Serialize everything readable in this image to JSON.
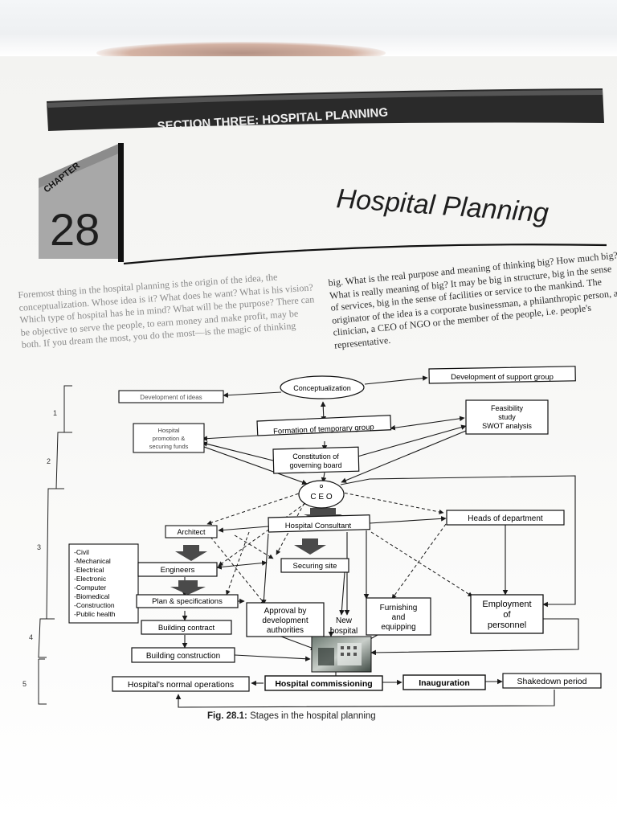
{
  "section_banner": "SECTION THREE: HOSPITAL PLANNING",
  "chapter": {
    "label": "CHAPTER",
    "number": "28",
    "title": "Hospital Planning"
  },
  "intro_left": "Foremost thing in the hospital planning is the origin of the idea, the conceptualization. Whose idea is it? What does he want? What is his vision? Which type of hospital has he in mind? What will be the purpose? There can be objective to serve the people, to earn money and make profit, may be both. If you dream the most, you do the most—is the magic of thinking",
  "intro_right": "big. What is the real purpose and meaning of thinking big? How much big? What is really meaning of big? It may be big in structure, big in the sense of services, big in the sense of facilities or service to the mankind. The originator of the idea is a corporate businessman, a philanthropic person, a clinician, a CEO of NGO or the member of the people, i.e. people's representative.",
  "stages": [
    "1",
    "2",
    "3",
    "4",
    "5"
  ],
  "nodes": {
    "conceptualization": "Conceptualization",
    "development_support_group": "Development of support group",
    "development_of_ideas": "Development of ideas",
    "formation_temporary_group": "Formation of temporary group",
    "feasibility": [
      "Feasibility",
      "study",
      "SWOT analysis"
    ],
    "hospital_promotion": [
      "Hospital",
      "promotion &",
      "securing funds"
    ],
    "constitution": [
      "Constitution of",
      "governing board"
    ],
    "ceo": "C E O",
    "architect": "Architect",
    "hospital_consultant": "Hospital Consultant",
    "heads_of_department": "Heads of department",
    "engineers": "Engineers",
    "engineer_types": [
      "-Civil",
      "-Mechanical",
      "-Electrical",
      "-Electronic",
      "-Computer",
      "-Biomedical",
      "-Construction",
      "-Public health"
    ],
    "securing_site": "Securing site",
    "plan_specifications": "Plan & specifications",
    "approval": [
      "Approval by",
      "development",
      "authorities"
    ],
    "new_hospital": [
      "New",
      "hospital"
    ],
    "furnishing": [
      "Furnishing",
      "and",
      "equipping"
    ],
    "employment": [
      "Employment",
      "of",
      "personnel"
    ],
    "building_contract": "Building contract",
    "building_construction": "Building construction",
    "normal_operations": "Hospital's normal operations",
    "commissioning": "Hospital commissioning",
    "inauguration": "Inauguration",
    "shakedown": "Shakedown period"
  },
  "caption": {
    "label": "Fig. 28.1:",
    "text": "Stages in the hospital planning"
  }
}
